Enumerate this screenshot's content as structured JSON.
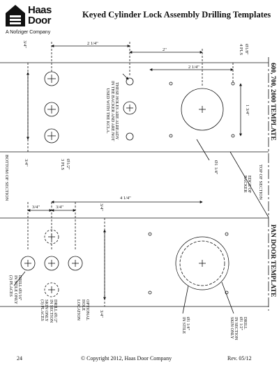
{
  "logo": {
    "brand_line1": "Haas",
    "brand_line2": "Door",
    "tagline": "A Nofziger Company"
  },
  "title": "Keyed Cylinder Lock Assembly Drilling Templates",
  "top_template": {
    "label": "600, 700, 2000 TEMPLATE",
    "dims": {
      "d1": "3/4\"",
      "d2": "2 1/4\"",
      "d3": "2\"",
      "d4": "Ø1/8\"",
      "d5": "4 PLS",
      "d6": "2 1/4\"",
      "d7": "1 3/4\"",
      "d8": "3 PLS",
      "d9": "Ø1/2\"",
      "d10": "3/4\"",
      "d11": "Ø1 1/4\""
    },
    "note": [
      "THESE HOLES ARE ALREADY",
      "IN THE BACKER AND ARE NOT",
      "USED WITH THE KCLA."
    ]
  },
  "middle": {
    "bottom_section": "BOTTOM OF SECTION",
    "top_section": "TOP OF SECTION",
    "edge_backer": [
      "EDGE OF",
      "BACKER"
    ]
  },
  "pan_template": {
    "label": "PAN DOOR TEMPLATE",
    "dims": {
      "p1": "3/4\"",
      "p2": "3/4\"",
      "p3": "3/4\"",
      "p4": "4 1/4\"",
      "p5": "3/4\""
    },
    "notes": {
      "drill316": [
        "DRILL Ø3/16\"",
        "IN STILE ONLY",
        "(2) PLACES"
      ],
      "drill12": [
        "DRILL Ø1/2\"",
        "IN SECTION",
        "SKIN ONLY",
        "(3) PLACES"
      ],
      "optional": [
        "OPTIONAL",
        "HOLE",
        "LOCATION"
      ],
      "stile": [
        "Ø1 1/4\"",
        "IN STILE"
      ],
      "drill112": [
        "DRILL",
        "Ø1 1/2\"",
        "IN SECTION",
        "SKIN ONLY"
      ]
    }
  },
  "footer": {
    "page": "24",
    "copyright": "© Copyright 2012, Haas Door Company",
    "rev": "Rev. 05/12"
  }
}
